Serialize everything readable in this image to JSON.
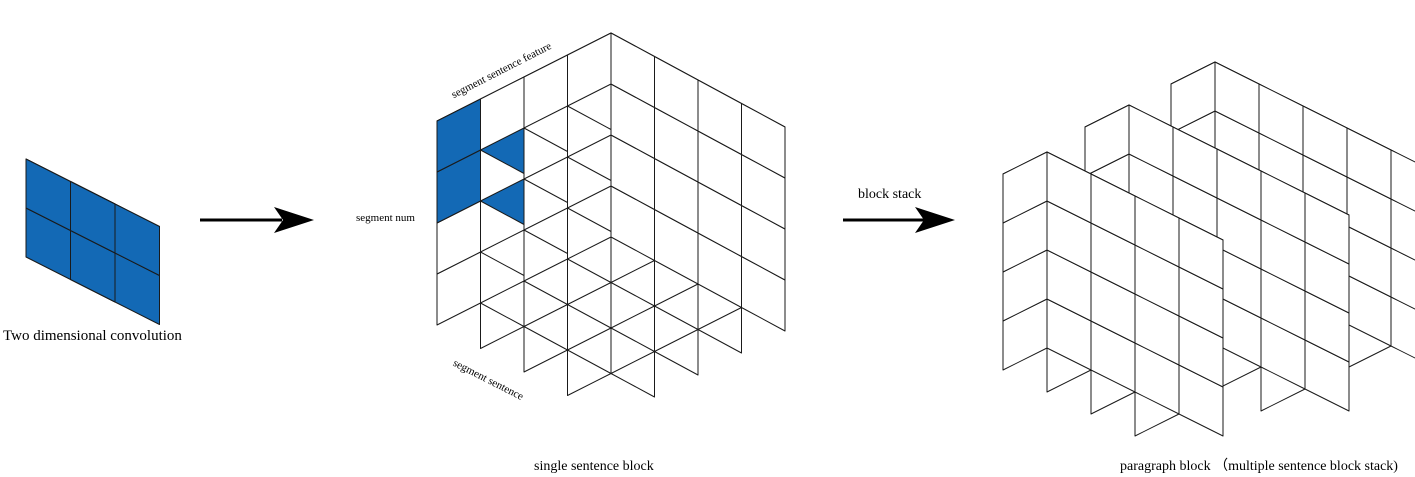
{
  "labels": {
    "conv": "Two dimensional convolution",
    "single_block": "single sentence block",
    "paragraph_block": "paragraph block （multiple sentence block stack)",
    "block_stack": "block stack",
    "segment_num": "segment num",
    "segment_sentence_feature": "segment sentence feature",
    "segment_sentence": "segment sentence"
  },
  "colors": {
    "accent": "#1369b5",
    "line": "#1a1a1a",
    "cube_face": "#ffffff"
  }
}
